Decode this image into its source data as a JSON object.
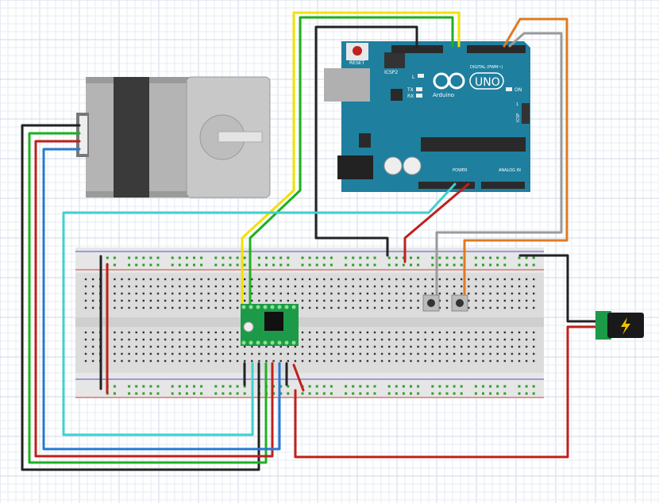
{
  "arduino": {
    "reset_label": "RESET",
    "icsp2_label": "ICSP2",
    "led_l": "L",
    "led_tx": "TX",
    "led_rx": "RX",
    "model": "UNO",
    "brand": "Arduino",
    "on_label": "ON",
    "icsp_label": "ICSP",
    "icsp_pin1": "1",
    "digital_label": "DIGITAL (PWM~)",
    "power_label": "POWER",
    "analog_label": "ANALOG IN",
    "board_color": "#1f7f9f"
  },
  "wire_colors": {
    "yellow": "#f2e200",
    "green": "#1fb01f",
    "black": "#222222",
    "red": "#c0201a",
    "blue": "#2a78d0",
    "cyan": "#40d0d0",
    "orange": "#e07a20",
    "gray": "#9a9a9a"
  },
  "driver": {
    "color": "#1c9a48"
  },
  "power_jack": {
    "icon": "lightning-bolt-icon"
  }
}
